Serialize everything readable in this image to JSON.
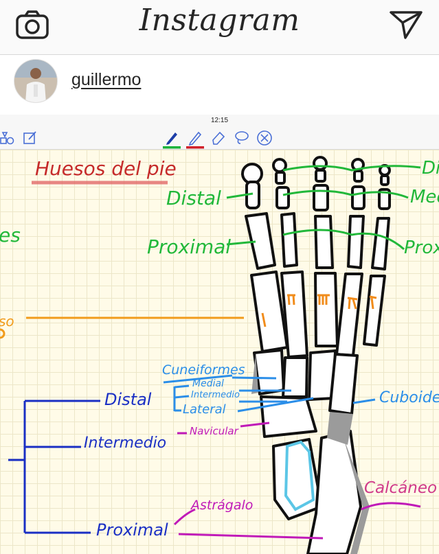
{
  "app": {
    "title": "Instagram",
    "icons": {
      "left": "camera-icon",
      "right": "send-icon"
    }
  },
  "profile": {
    "username": "guillermo"
  },
  "device": {
    "time": "12:15"
  },
  "toolbar": {
    "icons": [
      "shapes-icon",
      "edit-icon",
      "pen-icon",
      "pencil-icon",
      "eraser-icon",
      "lasso-icon",
      "close-icon"
    ],
    "colors": {
      "pen": "#1bb33a",
      "pencil": "#d0202a"
    }
  },
  "notes": {
    "title": "Huesos del pie",
    "cut_left_1": "es",
    "cut_left_2": "so",
    "phalanx_distal": "Distal",
    "phalanx_proximal": "Proximal",
    "right_distal_cut": "Di",
    "right_medial_cut": "Medi",
    "right_proximal_cut": "Proxi",
    "roman": [
      "I",
      "II",
      "III",
      "IV",
      "V"
    ],
    "cuneiformes": "Cuneiformes",
    "medial": "Medial",
    "intermedio_small": "Intermedio",
    "lateral": "Lateral",
    "cuboides": "Cuboides",
    "tarsal_distal": "Distal",
    "tarsal_intermedio": "Intermedio",
    "navicular": "Navicular",
    "calcaneo": "Calcáneo",
    "astragalo": "Astrágalo",
    "tarsal_proximal": "Proximal"
  }
}
